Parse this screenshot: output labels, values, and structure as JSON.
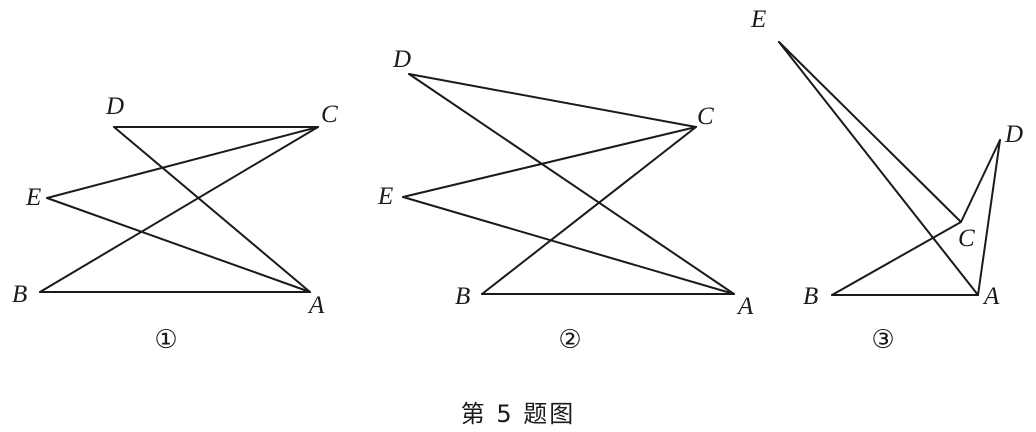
{
  "caption": "第 5 题图",
  "figures": [
    {
      "label": "①",
      "points": {
        "A": "A",
        "B": "B",
        "C": "C",
        "D": "D",
        "E": "E"
      }
    },
    {
      "label": "②",
      "points": {
        "A": "A",
        "B": "B",
        "C": "C",
        "D": "D",
        "E": "E"
      }
    },
    {
      "label": "③",
      "points": {
        "A": "A",
        "B": "B",
        "C": "C",
        "D": "D",
        "E": "E"
      }
    }
  ]
}
